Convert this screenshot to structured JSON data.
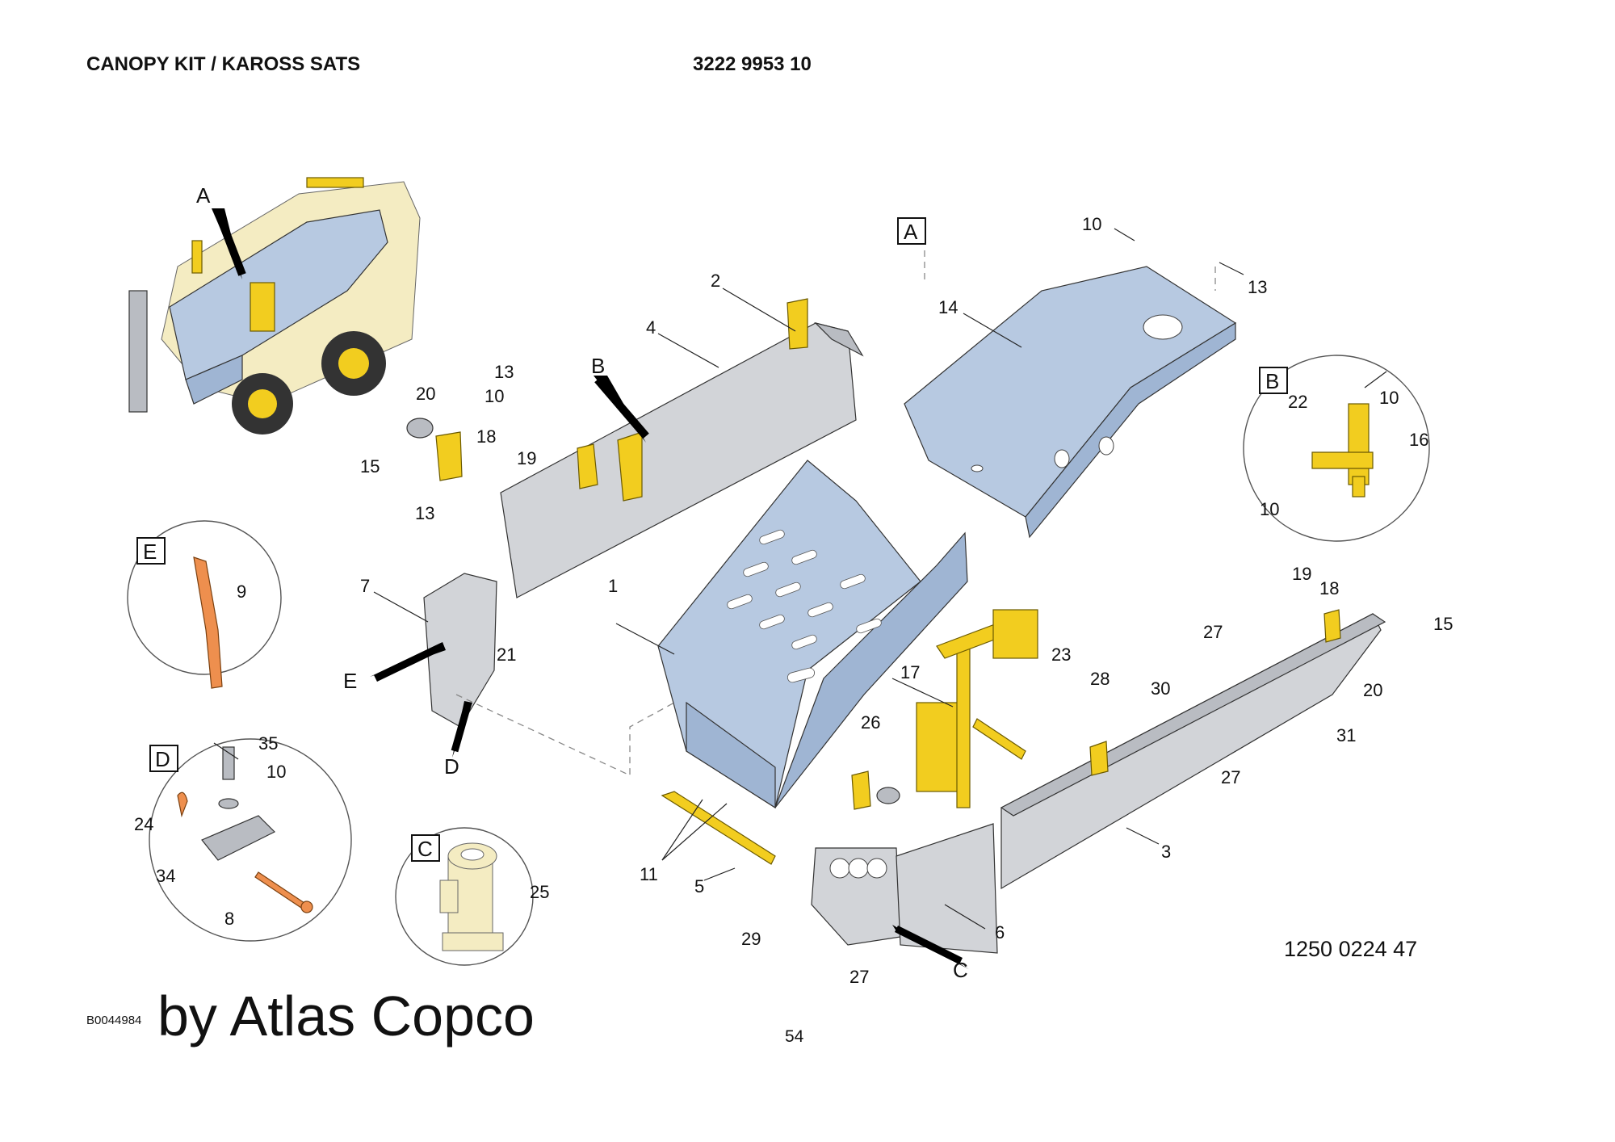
{
  "header": {
    "title": "CANOPY KIT / KAROSS SATS",
    "part_number": "3222 9953 10"
  },
  "footer": {
    "figure_number": "1250 0224 47",
    "image_code": "B0044984",
    "brand": "by Atlas Copco",
    "page_number": "54"
  },
  "callout_letters": [
    "A",
    "B",
    "C",
    "D",
    "E"
  ],
  "item_numbers": [
    "1",
    "2",
    "3",
    "4",
    "5",
    "6",
    "7",
    "8",
    "9",
    "10",
    "11",
    "13",
    "14",
    "15",
    "16",
    "17",
    "18",
    "19",
    "20",
    "21",
    "22",
    "23",
    "24",
    "25",
    "26",
    "27",
    "28",
    "29",
    "30",
    "31",
    "34",
    "35"
  ],
  "colors": {
    "sheet_grey": "#d2d4d8",
    "canopy_blue": "#b7c9e1",
    "bracket_yellow": "#f2cd1f",
    "pin_orange": "#ee8f4e"
  }
}
